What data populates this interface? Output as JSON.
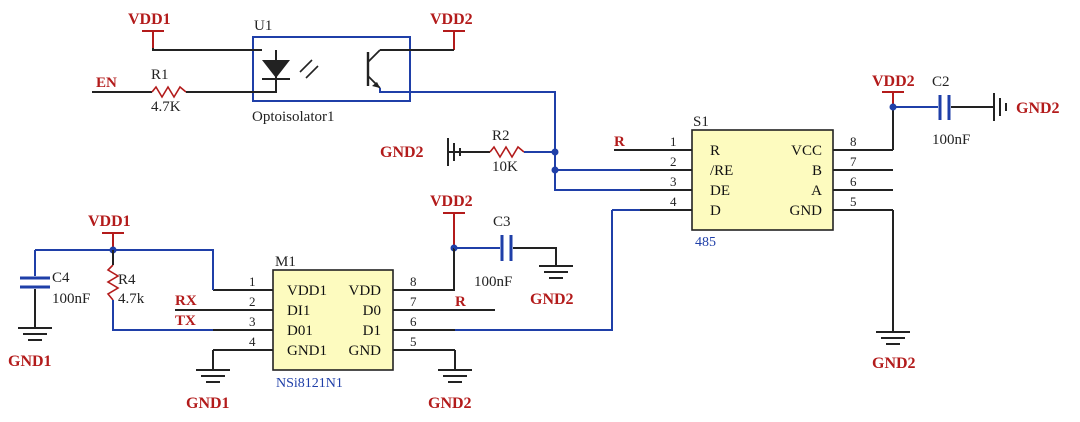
{
  "nets": {
    "vdd1": "VDD1",
    "vdd2": "VDD2",
    "gnd1": "GND1",
    "gnd2": "GND2",
    "gnd2_s1": "GND2"
  },
  "signals": {
    "en": "EN",
    "r": "R",
    "rx": "RX",
    "tx": "TX"
  },
  "u1": {
    "ref": "U1",
    "name": "Optoisolator1"
  },
  "r1": {
    "ref": "R1",
    "value": "4.7K"
  },
  "r2": {
    "ref": "R2",
    "value": "10K"
  },
  "r4": {
    "ref": "R4",
    "value": "4.7k"
  },
  "c2": {
    "ref": "C2",
    "value": "100nF"
  },
  "c3": {
    "ref": "C3",
    "value": "100nF"
  },
  "c4": {
    "ref": "C4",
    "value": "100nF"
  },
  "s1": {
    "ref": "S1",
    "part": "485",
    "left_pins": [
      {
        "num": "1",
        "name": "R"
      },
      {
        "num": "2",
        "name": "/RE"
      },
      {
        "num": "3",
        "name": "DE"
      },
      {
        "num": "4",
        "name": "D"
      }
    ],
    "right_pins": [
      {
        "num": "8",
        "name": "VCC"
      },
      {
        "num": "7",
        "name": "B"
      },
      {
        "num": "6",
        "name": "A"
      },
      {
        "num": "5",
        "name": "GND"
      }
    ]
  },
  "m1": {
    "ref": "M1",
    "part": "NSi8121N1",
    "left_pins": [
      {
        "num": "1",
        "name": "VDD1"
      },
      {
        "num": "2",
        "name": "DI1"
      },
      {
        "num": "3",
        "name": "D01"
      },
      {
        "num": "4",
        "name": "GND1"
      }
    ],
    "right_pins": [
      {
        "num": "8",
        "name": "VDD"
      },
      {
        "num": "7",
        "name": "D0"
      },
      {
        "num": "6",
        "name": "D1"
      },
      {
        "num": "5",
        "name": "GND"
      }
    ]
  }
}
